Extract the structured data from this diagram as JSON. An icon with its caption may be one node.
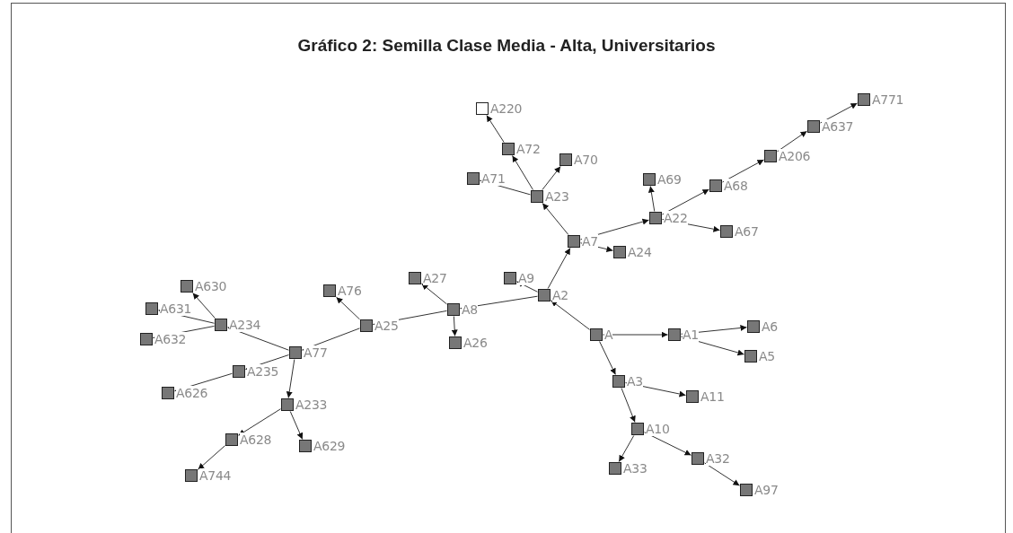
{
  "diagram": {
    "title": "Gráfico 2: Semilla Clase Media - Alta, Universitarios",
    "nodes": [
      {
        "text": [
          "A220"
        ]
      },
      {
        "text": [
          "A771"
        ]
      },
      {
        "text": [
          "A637"
        ]
      },
      {
        "text": [
          "A72"
        ]
      },
      {
        "text": [
          "A70"
        ]
      },
      {
        "text": [
          "A206"
        ]
      },
      {
        "text": [
          "A71"
        ]
      },
      {
        "text": [
          "A23"
        ]
      },
      {
        "text": [
          "A69"
        ]
      },
      {
        "text": [
          "A68"
        ]
      },
      {
        "text": [
          "A22"
        ]
      },
      {
        "text": [
          "A67"
        ]
      },
      {
        "text": [
          "A7"
        ]
      },
      {
        "text": [
          "A24"
        ]
      },
      {
        "text": [
          "A630"
        ]
      },
      {
        "text": [
          "A76"
        ]
      },
      {
        "text": [
          "A27"
        ]
      },
      {
        "text": [
          "A9"
        ]
      },
      {
        "text": [
          "A2"
        ]
      },
      {
        "text": [
          "A631"
        ]
      },
      {
        "text": [
          "A234"
        ]
      },
      {
        "text": [
          "A25"
        ]
      },
      {
        "text": [
          "A8"
        ]
      },
      {
        "text": [
          "A6"
        ]
      },
      {
        "text": [
          "A"
        ]
      },
      {
        "text": [
          "A1"
        ]
      },
      {
        "text": [
          "A632"
        ]
      },
      {
        "text": [
          "A26"
        ]
      },
      {
        "text": [
          "A77"
        ]
      },
      {
        "text": [
          "A5"
        ]
      },
      {
        "text": [
          "A235"
        ]
      },
      {
        "text": [
          "A626"
        ]
      },
      {
        "text": [
          "A3"
        ]
      },
      {
        "text": [
          "A11"
        ]
      },
      {
        "text": [
          "A233"
        ]
      },
      {
        "text": [
          "A10"
        ]
      },
      {
        "text": [
          "A628"
        ]
      },
      {
        "text": [
          "A629"
        ]
      },
      {
        "text": [
          "A32"
        ]
      },
      {
        "text": [
          "A33"
        ]
      },
      {
        "text": [
          "A744"
        ]
      },
      {
        "text": [
          "A97"
        ]
      }
    ],
    "edges": [
      {
        "from": 24,
        "to": 18,
        "arrow": "to"
      },
      {
        "from": 24,
        "to": 25,
        "arrow": "to"
      },
      {
        "from": 25,
        "to": 23,
        "arrow": "to"
      },
      {
        "from": 25,
        "to": 29,
        "arrow": "to"
      },
      {
        "from": 24,
        "to": 32,
        "arrow": "to"
      },
      {
        "from": 32,
        "to": 33,
        "arrow": "to"
      },
      {
        "from": 32,
        "to": 35,
        "arrow": "to"
      },
      {
        "from": 35,
        "to": 39,
        "arrow": "to"
      },
      {
        "from": 35,
        "to": 38,
        "arrow": "to"
      },
      {
        "from": 38,
        "to": 41,
        "arrow": "to"
      },
      {
        "from": 18,
        "to": 12,
        "arrow": "to"
      },
      {
        "from": 12,
        "to": 7,
        "arrow": "to"
      },
      {
        "from": 7,
        "to": 3,
        "arrow": "to"
      },
      {
        "from": 3,
        "to": 0,
        "arrow": "to"
      },
      {
        "from": 7,
        "to": 4,
        "arrow": "to"
      },
      {
        "from": 7,
        "to": 6,
        "arrow": "to"
      },
      {
        "from": 12,
        "to": 10,
        "arrow": "to"
      },
      {
        "from": 12,
        "to": 13,
        "arrow": "to"
      },
      {
        "from": 10,
        "to": 8,
        "arrow": "to"
      },
      {
        "from": 10,
        "to": 9,
        "arrow": "to"
      },
      {
        "from": 9,
        "to": 5,
        "arrow": "to"
      },
      {
        "from": 5,
        "to": 2,
        "arrow": "to"
      },
      {
        "from": 2,
        "to": 1,
        "arrow": "to"
      },
      {
        "from": 10,
        "to": 11,
        "arrow": "to"
      },
      {
        "from": 18,
        "to": 17,
        "arrow": "to"
      },
      {
        "from": 18,
        "to": 22,
        "arrow": "to"
      },
      {
        "from": 22,
        "to": 16,
        "arrow": "to"
      },
      {
        "from": 22,
        "to": 27,
        "arrow": "to"
      },
      {
        "from": 22,
        "to": 21,
        "arrow": "to"
      },
      {
        "from": 21,
        "to": 15,
        "arrow": "to"
      },
      {
        "from": 21,
        "to": 28,
        "arrow": "to"
      },
      {
        "from": 28,
        "to": 20,
        "arrow": "to"
      },
      {
        "from": 20,
        "to": 14,
        "arrow": "to"
      },
      {
        "from": 20,
        "to": 19,
        "arrow": "to"
      },
      {
        "from": 20,
        "to": 26,
        "arrow": "to"
      },
      {
        "from": 28,
        "to": 30,
        "arrow": "to"
      },
      {
        "from": 30,
        "to": 31,
        "arrow": "to"
      },
      {
        "from": 28,
        "to": 34,
        "arrow": "to"
      },
      {
        "from": 34,
        "to": 36,
        "arrow": "to"
      },
      {
        "from": 34,
        "to": 37,
        "arrow": "to"
      },
      {
        "from": 36,
        "to": 40,
        "arrow": "to"
      }
    ]
  }
}
